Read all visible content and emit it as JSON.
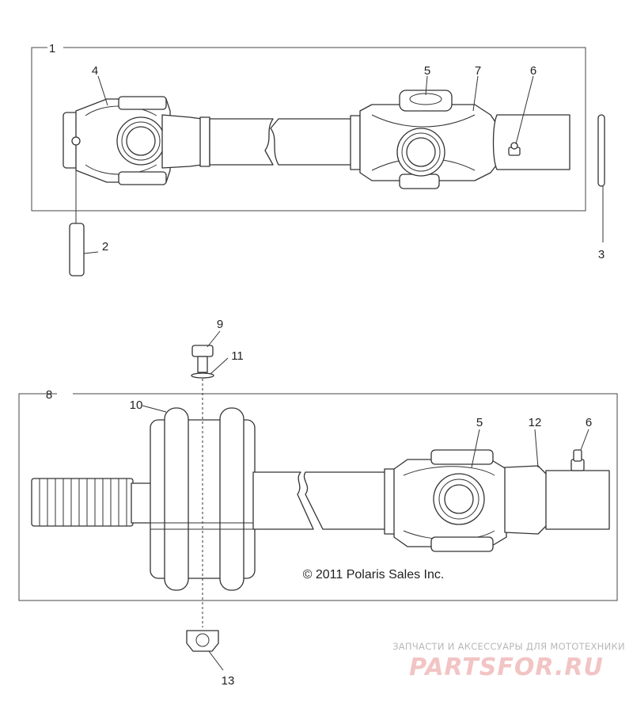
{
  "callouts": {
    "c1": "1",
    "c2": "2",
    "c3": "3",
    "c4": "4",
    "c5a": "5",
    "c6a": "6",
    "c7": "7",
    "c8": "8",
    "c9": "9",
    "c10": "10",
    "c11": "11",
    "c5b": "5",
    "c12": "12",
    "c6b": "6",
    "c13": "13"
  },
  "copyright": "© 2011 Polaris Sales Inc.",
  "watermark": {
    "tagline": "ЗАПЧАСТИ И АКСЕССУАРЫ ДЛЯ МОТОТЕХНИКИ",
    "brand": "PARTSFOR.RU"
  }
}
